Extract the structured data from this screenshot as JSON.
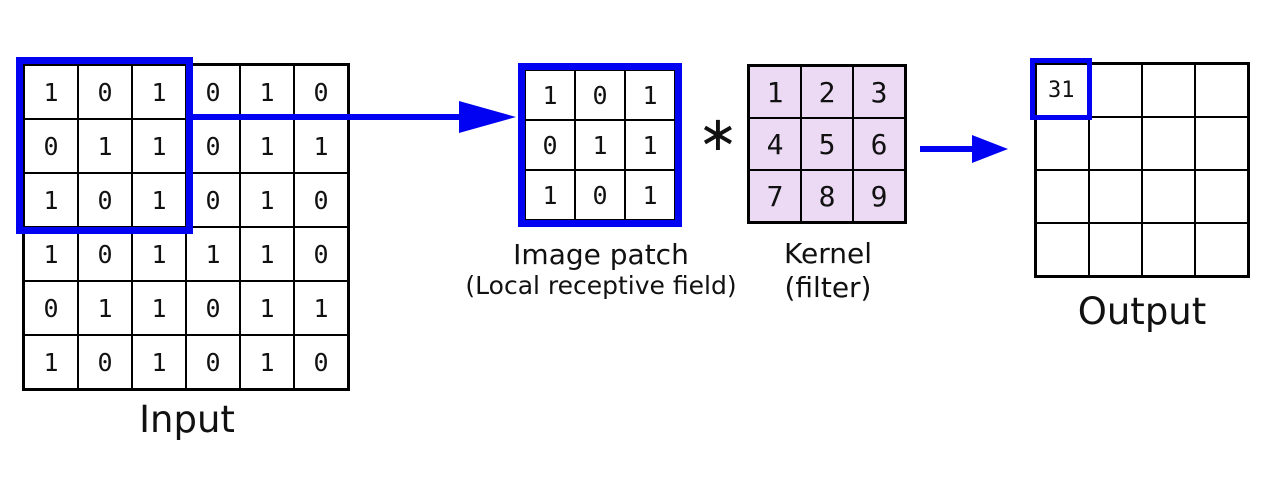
{
  "diagram": {
    "input": {
      "label": "Input",
      "grid": [
        [
          1,
          0,
          1,
          0,
          1,
          0
        ],
        [
          0,
          1,
          1,
          0,
          1,
          1
        ],
        [
          1,
          0,
          1,
          0,
          1,
          0
        ],
        [
          1,
          0,
          1,
          1,
          1,
          0
        ],
        [
          0,
          1,
          1,
          0,
          1,
          1
        ],
        [
          1,
          0,
          1,
          0,
          1,
          0
        ]
      ]
    },
    "patch": {
      "label": "Image patch",
      "sublabel": "(Local receptive field)",
      "grid": [
        [
          1,
          0,
          1
        ],
        [
          0,
          1,
          1
        ],
        [
          1,
          0,
          1
        ]
      ]
    },
    "operator": "∗",
    "kernel": {
      "label": "Kernel",
      "sublabel": "(filter)",
      "grid": [
        [
          1,
          2,
          3
        ],
        [
          4,
          5,
          6
        ],
        [
          7,
          8,
          9
        ]
      ]
    },
    "output": {
      "label": "Output",
      "grid": [
        [
          "31",
          "",
          "",
          ""
        ],
        [
          "",
          "",
          "",
          ""
        ],
        [
          "",
          "",
          "",
          ""
        ],
        [
          "",
          "",
          "",
          ""
        ]
      ]
    },
    "colors": {
      "accent_blue": "#0202f2",
      "kernel_fill": "#ecdaf5",
      "grid_line": "#000000"
    }
  }
}
